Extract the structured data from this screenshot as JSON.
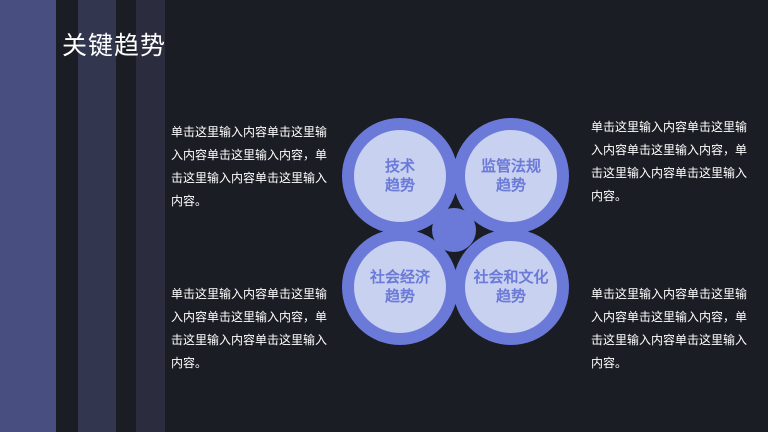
{
  "slide": {
    "title": "关键趋势",
    "body_text": "单击这里输入内容单击这里输入内容单击这里输入内容，单击这里输入内容单击这里输入内容。",
    "circles": [
      {
        "line1": "技术",
        "line2": "趋势"
      },
      {
        "line1": "监管法规",
        "line2": "趋势"
      },
      {
        "line1": "社会经济",
        "line2": "趋势"
      },
      {
        "line1": "社会和文化",
        "line2": "趋势"
      }
    ]
  },
  "colors": {
    "background": "#1b1d24",
    "accent": "#6b7ad8",
    "circle_inner": "#c9d1f1",
    "stripe": "#484e80"
  }
}
